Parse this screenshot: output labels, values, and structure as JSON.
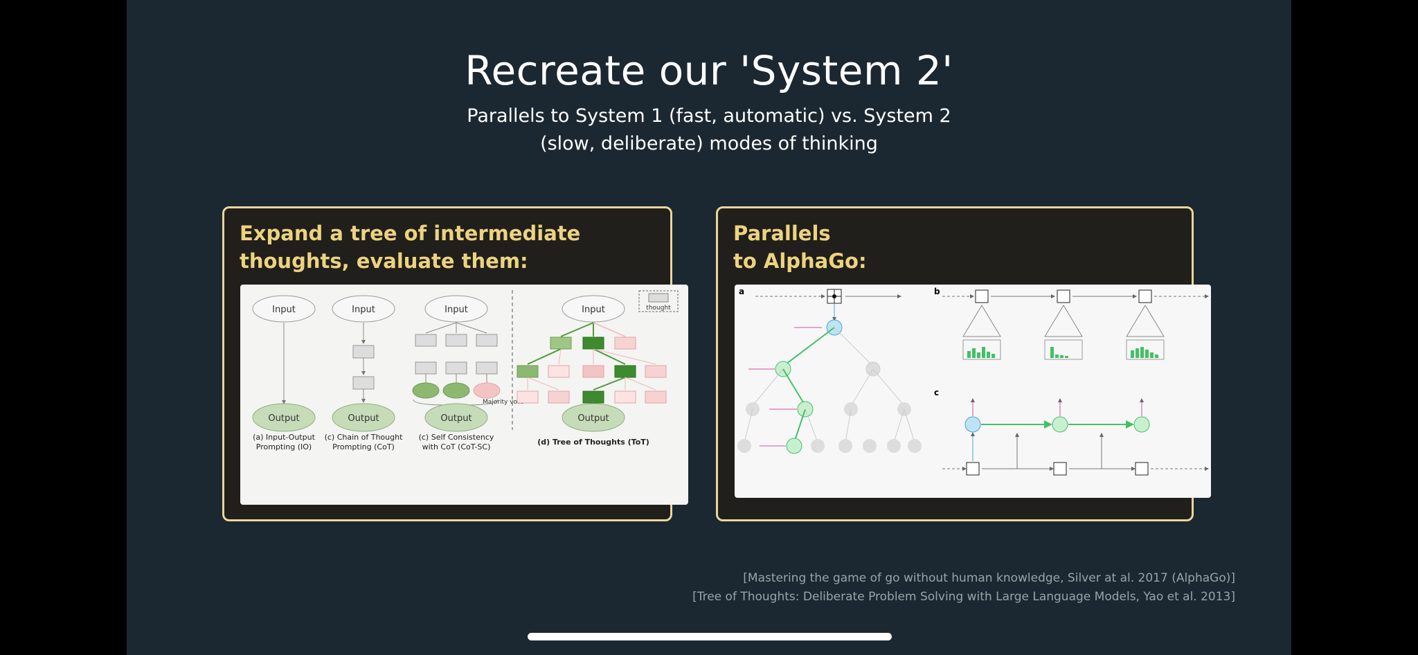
{
  "slide": {
    "title": "Recreate our 'System 2'",
    "subtitle_line1": "Parallels to System 1 (fast, automatic) vs. System 2",
    "subtitle_line2": "(slow, deliberate) modes of thinking"
  },
  "left_panel": {
    "heading_line1": "Expand a tree of intermediate",
    "heading_line2": "thoughts, evaluate them:",
    "figure": {
      "input_label": "Input",
      "output_label": "Output",
      "thought_label": "thought",
      "majority_vote": "Majority vote",
      "caption_a_1": "(a) Input-Output",
      "caption_a_2": "Prompting (IO)",
      "caption_c1_1": "(c) Chain of Thought",
      "caption_c1_2": "Prompting (CoT)",
      "caption_c2_1": "(c) Self Consistency",
      "caption_c2_2": "with CoT (CoT-SC)",
      "caption_d": "(d) Tree of Thoughts (ToT)"
    }
  },
  "right_panel": {
    "heading_line1": "Parallels",
    "heading_line2": "to AlphaGo:",
    "figure": {
      "label_a": "a",
      "label_b": "b",
      "label_c": "c"
    }
  },
  "citations": {
    "line1": "[Mastering the game of go without human knowledge, Silver at al. 2017 (AlphaGo)]",
    "line2": "[Tree of Thoughts: Deliberate Problem Solving with Large Language Models, Yao et al. 2013]"
  },
  "colors": {
    "slide_bg": "#1c2831",
    "panel_border": "#ead79a",
    "heading": "#ecd37f",
    "thought_green": "#5a9c48",
    "thought_pink": "#f4c6c6",
    "node_blue": "#bfe3f3"
  }
}
